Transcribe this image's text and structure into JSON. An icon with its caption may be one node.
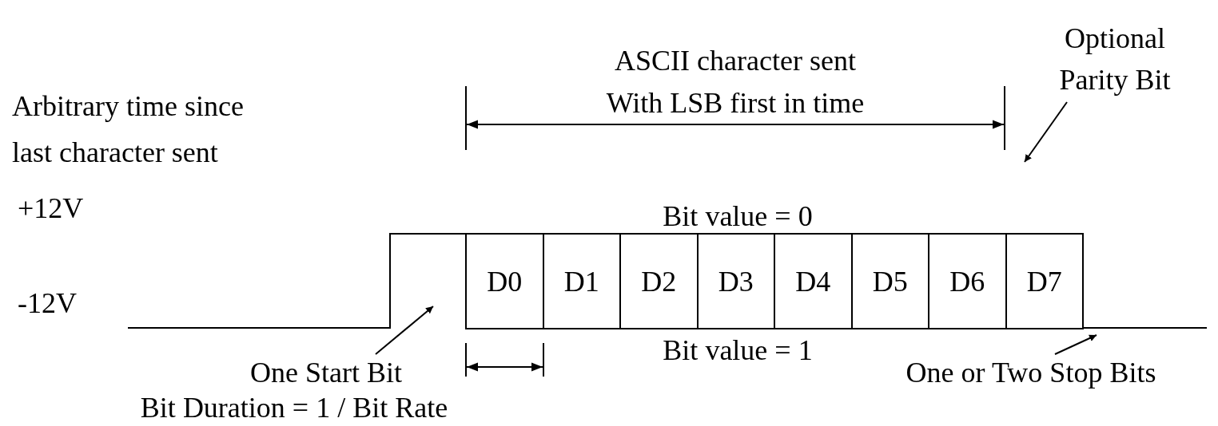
{
  "diagram": {
    "nodes": [
      {
        "text": [
          "Optional Parity Bit"
        ]
      },
      {
        "text": [
          "D0"
        ]
      },
      {
        "text": [
          "D1"
        ]
      },
      {
        "text": [
          "D2"
        ]
      },
      {
        "text": [
          "D3"
        ]
      },
      {
        "text": [
          "D4"
        ]
      },
      {
        "text": [
          "D5"
        ]
      },
      {
        "text": [
          "D6"
        ]
      },
      {
        "text": [
          "D7"
        ]
      },
      {
        "text": [
          "One Start Bit"
        ]
      },
      {
        "text": [
          "One or Two Stop Bits"
        ]
      }
    ],
    "edges": [
      {
        "from": 0,
        "to": null,
        "arrow": "to"
      },
      {
        "from": 9,
        "to": null,
        "arrow": "to"
      },
      {
        "from": 10,
        "to": null,
        "arrow": "to"
      }
    ],
    "labels": [
      "Arbitrary time since last character sent",
      "ASCII character sent With LSB first in time",
      "+12V",
      "Bit value = 0",
      "-12V",
      "Bit value = 1",
      "Bit Duration = 1 / Bit Rate"
    ]
  }
}
